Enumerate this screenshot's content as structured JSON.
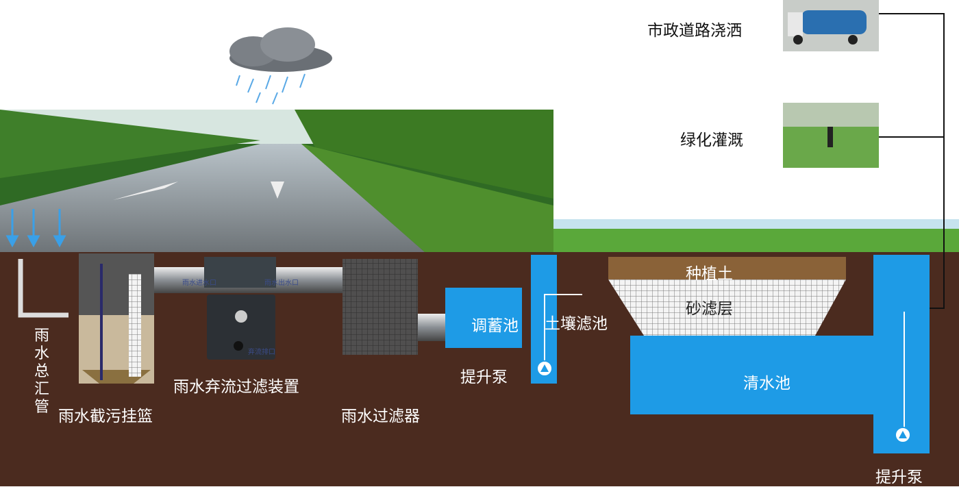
{
  "uses": {
    "road_washing": "市政道路浇洒",
    "green_irrigation": "绿化灌溉"
  },
  "components": {
    "main_pipe": "雨水总汇管",
    "basket": "雨水截污挂篮",
    "diverter": "雨水弃流过滤装置",
    "diverter_inlet": "雨水进水口",
    "diverter_outlet": "雨水出水口",
    "diverter_drain": "弃流排口",
    "filter": "雨水过滤器",
    "storage_tank": "调蓄池",
    "pump1": "提升泵",
    "soil_filter": "土壤滤池",
    "planting_soil": "种植土",
    "sand_layer": "砂滤层",
    "clear_tank": "清水池",
    "pump2": "提升泵"
  },
  "colors": {
    "soil": "#4b2b1f",
    "water": "#1e9be6",
    "sky": "#ffffff"
  }
}
